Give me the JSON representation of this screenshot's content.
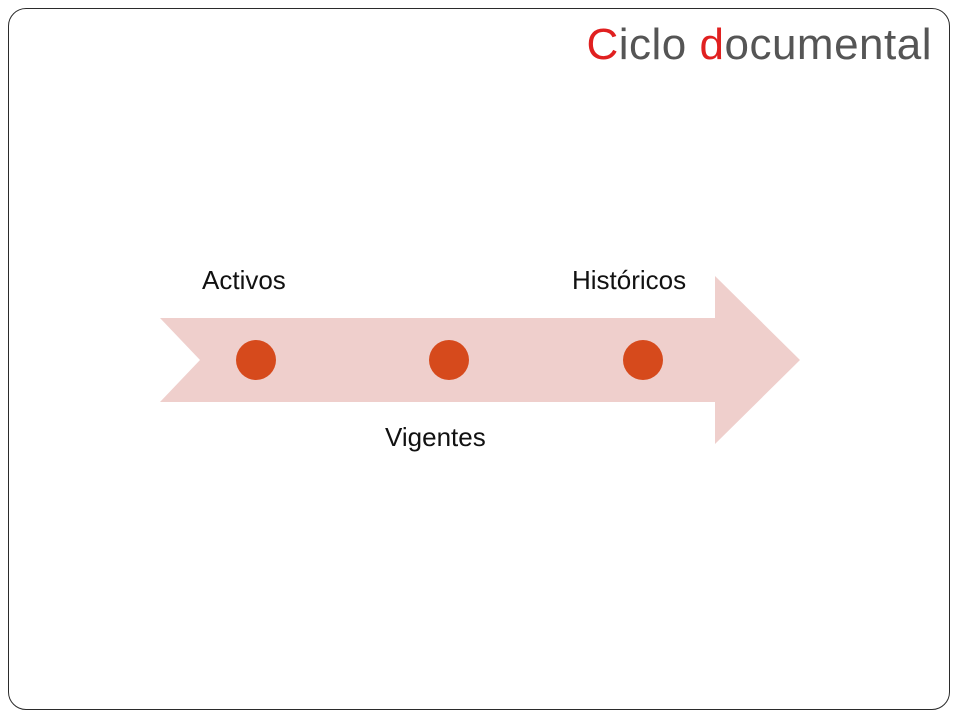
{
  "title": {
    "first_initial": "C",
    "first_rest": "iclo",
    "second_initial": "d",
    "second_rest": "ocumental"
  },
  "colors": {
    "accent": "#e02020",
    "title_gray": "#555555",
    "arrow_fill": "#efcfcc",
    "dot_fill": "#d64a1c"
  },
  "stages": [
    {
      "label": "Activos",
      "position": "above"
    },
    {
      "label": "Vigentes",
      "position": "below"
    },
    {
      "label": "Históricos",
      "position": "above"
    }
  ]
}
